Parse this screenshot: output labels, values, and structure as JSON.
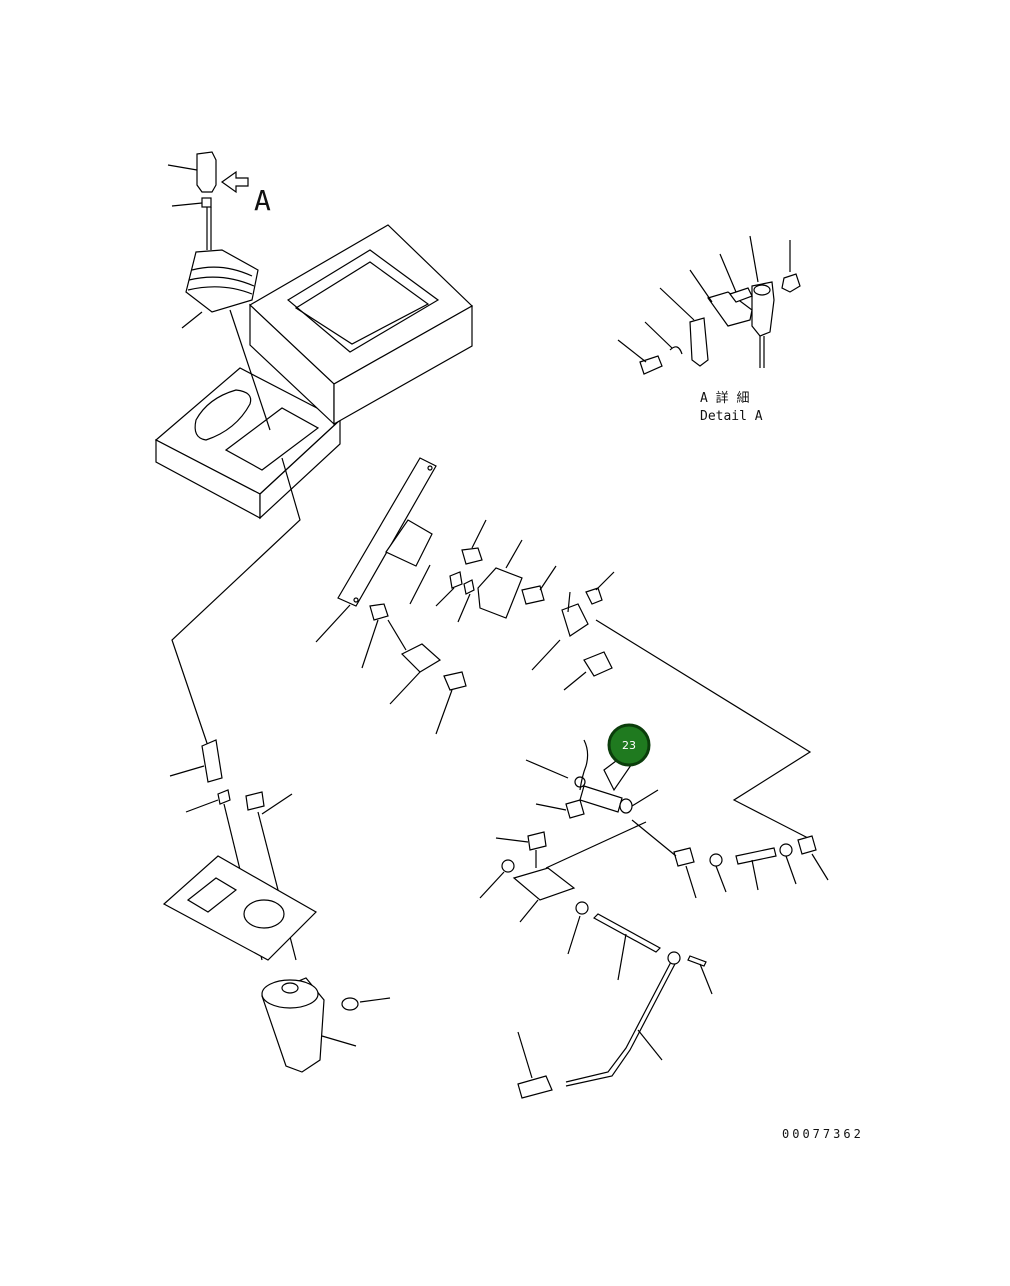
{
  "view_label": "A",
  "detail_caption": {
    "line1": "A 詳 細",
    "line2": "Detail A"
  },
  "callout": {
    "label": "23",
    "fill_color": "#1f7a1f",
    "ring_color": "#0b3d0b"
  },
  "drawing_number": "00077362"
}
